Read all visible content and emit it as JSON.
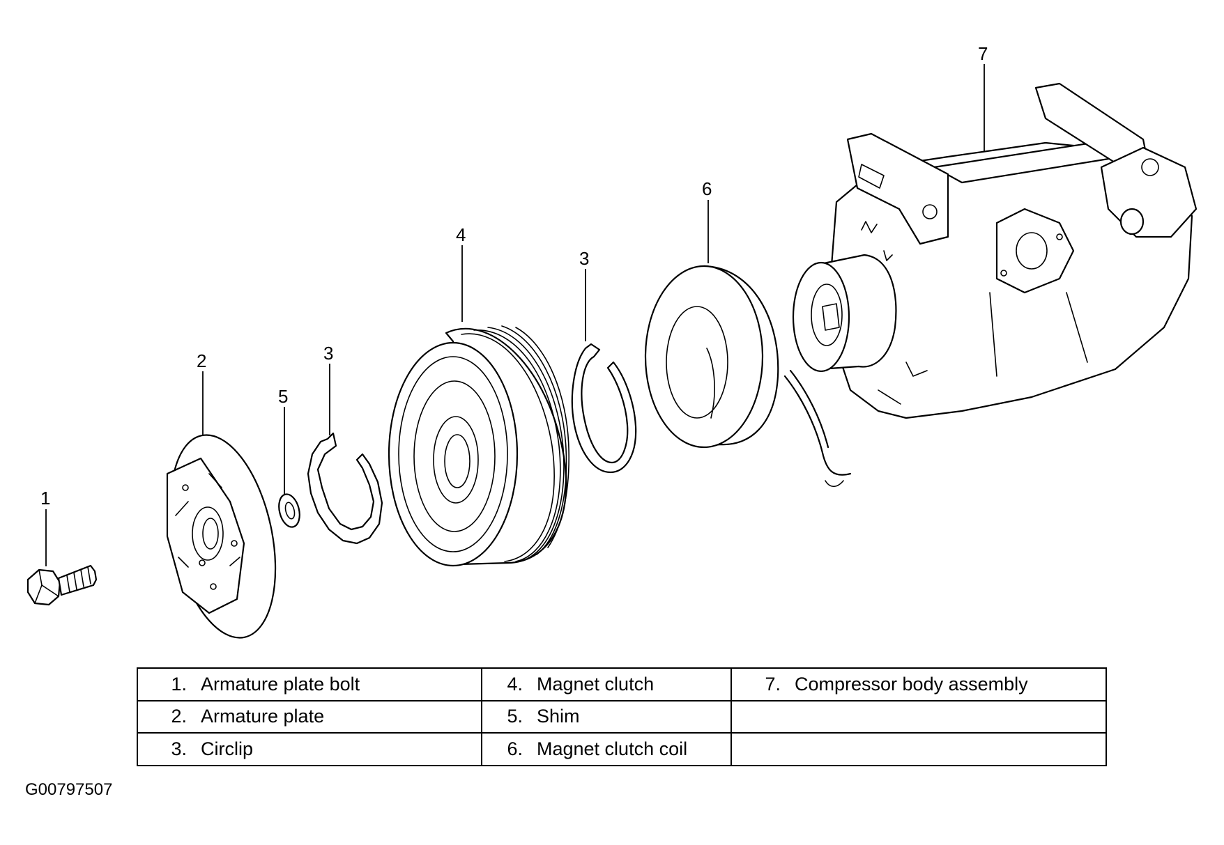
{
  "callouts": [
    {
      "id": "1"
    },
    {
      "id": "2"
    },
    {
      "id": "5"
    },
    {
      "id": "3"
    },
    {
      "id": "4"
    },
    {
      "id": "3"
    },
    {
      "id": "6"
    },
    {
      "id": "7"
    }
  ],
  "legend": {
    "rows": [
      [
        {
          "num": "1.",
          "label": "Armature plate bolt"
        },
        {
          "num": "4.",
          "label": "Magnet clutch"
        },
        {
          "num": "7.",
          "label": "Compressor body assembly"
        }
      ],
      [
        {
          "num": "2.",
          "label": "Armature plate"
        },
        {
          "num": "5.",
          "label": "Shim"
        },
        {
          "num": "",
          "label": ""
        }
      ],
      [
        {
          "num": "3.",
          "label": "Circlip"
        },
        {
          "num": "6.",
          "label": "Magnet clutch coil"
        },
        {
          "num": "",
          "label": ""
        }
      ]
    ]
  },
  "figure_id": "G00797507"
}
